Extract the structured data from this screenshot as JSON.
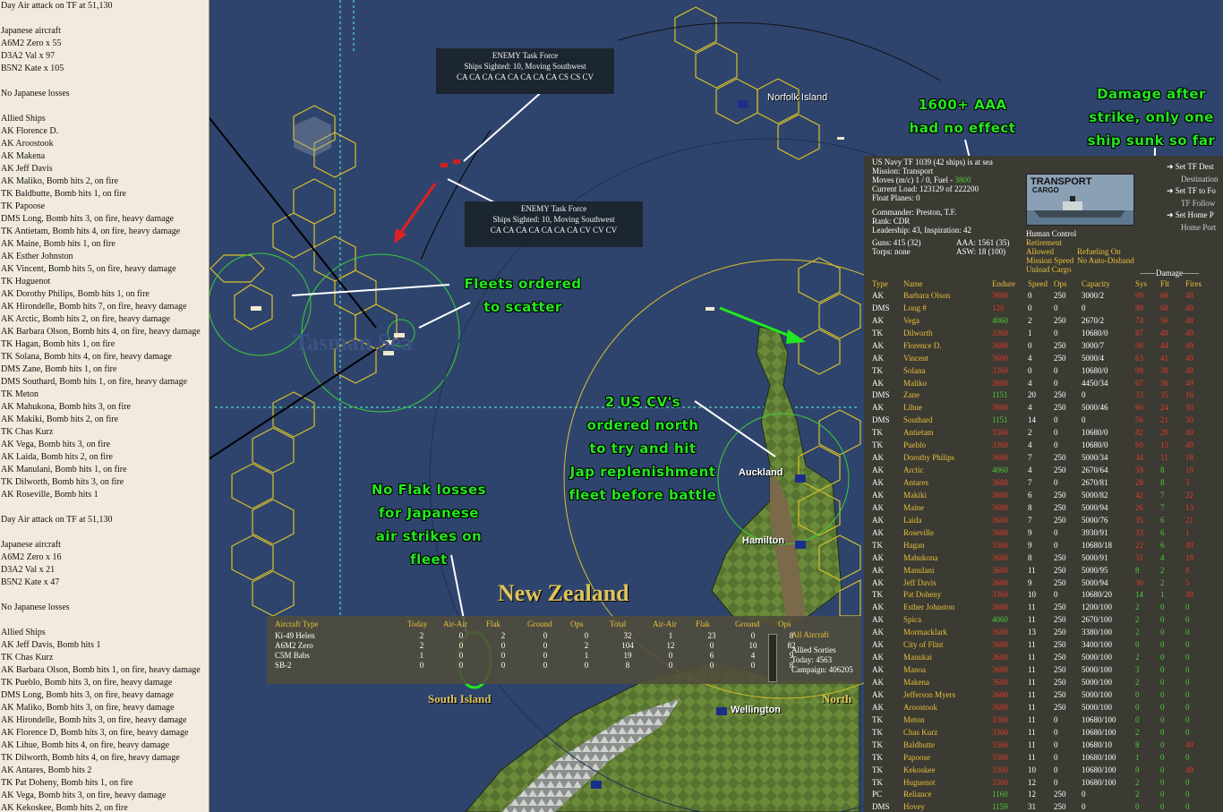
{
  "report": {
    "lines": [
      "Day Air attack on TF at 51,130",
      "",
      "Japanese aircraft",
      "A6M2 Zero x 55",
      "D3A2 Val x 97",
      "B5N2 Kate x 105",
      "",
      "No Japanese losses",
      "",
      "Allied Ships",
      "AK Florence D.",
      "AK Aroostook",
      "AK Makena",
      "AK Jeff Davis",
      "AK Maliko, Bomb hits 2, on fire",
      "TK Baldbutte, Bomb hits 1, on fire",
      "TK Papoose",
      "DMS Long, Bomb hits 3, on fire,  heavy damage",
      "TK Antietam, Bomb hits 4, on fire,  heavy damage",
      "AK Maine, Bomb hits 1, on fire",
      "AK Esther Johnston",
      "AK Vincent, Bomb hits 5, on fire,  heavy damage",
      "TK Huguenot",
      "AK Dorothy Philips, Bomb hits 1, on fire",
      "AK Hirondelle, Bomb hits 7, on fire,  heavy damage",
      "AK Arctic, Bomb hits 2, on fire,  heavy damage",
      "AK Barbara Olson, Bomb hits 4, on fire,  heavy damage",
      "TK Hagan, Bomb hits 1, on fire",
      "TK Solana, Bomb hits 4, on fire,  heavy damage",
      "DMS Zane, Bomb hits 1, on fire",
      "DMS Southard, Bomb hits 1, on fire,  heavy damage",
      "TK Meton",
      "AK Mahukona, Bomb hits 3, on fire",
      "AK Makiki, Bomb hits 2, on fire",
      "TK Chas Kurz",
      "AK Vega, Bomb hits 3, on fire",
      "AK Laida, Bomb hits 2, on fire",
      "AK Manulani, Bomb hits 1, on fire",
      "TK Dilworth, Bomb hits 3, on fire",
      "AK Roseville, Bomb hits 1",
      "",
      "Day Air attack on TF at 51,130",
      "",
      "Japanese aircraft",
      "A6M2 Zero x 16",
      "D3A2 Val x 21",
      "B5N2 Kate x 47",
      "",
      "No Japanese losses",
      "",
      "Allied Ships",
      "AK Jeff Davis, Bomb hits 1",
      "TK Chas Kurz",
      "AK Barbara Olson, Bomb hits 1, on fire,  heavy damage",
      "TK Pueblo, Bomb hits 3, on fire,  heavy damage",
      "DMS Long, Bomb hits 3, on fire,  heavy damage",
      "AK Maliko, Bomb hits 3, on fire,  heavy damage",
      "AK Hirondelle, Bomb hits 3, on fire,  heavy damage",
      "AK Florence D, Bomb hits 3, on fire,  heavy damage",
      "AK Lihue, Bomb hits 4, on fire,  heavy damage",
      "TK Dilworth, Bomb hits 4, on fire,  heavy damage",
      "AK Antares, Bomb hits 2",
      "TK Pat Doheny, Bomb hits 1, on fire",
      "AK Vega, Bomb hits 3, on fire,  heavy damage",
      "AK Kekoskee, Bomb hits 2, on fire"
    ]
  },
  "callouts": {
    "enemy1": [
      "ENEMY Task Force",
      "Ships Sighted: 10, Moving Southwest",
      "CA CA CA CA CA CA CA CA CS CS CV"
    ],
    "enemy2": [
      "ENEMY Task Force",
      "Ships Sighted: 10, Moving Southwest",
      "CA CA CA CA CA CA CA CV CV CV"
    ]
  },
  "annotations": {
    "aaa": [
      "1600+ AAA",
      "had no effect"
    ],
    "damage": [
      "Damage after",
      "strike, only one",
      "ship sunk so far"
    ],
    "scatter": [
      "Fleets ordered",
      "to scatter"
    ],
    "cv": [
      "2 US CV's",
      "ordered north",
      "to try and hit",
      "Jap replenishment",
      "fleet before battle"
    ],
    "flak": [
      "No Flak losses",
      "for Japanese",
      "air strikes on",
      "fleet"
    ]
  },
  "places": {
    "norfolk": "Norfolk Island",
    "tasman": "Tasman Sea",
    "nz": "New Zealand",
    "auckland": "Auckland",
    "hamilton": "Hamilton",
    "south_island": "South Island",
    "north": "North",
    "wellington": "Wellington"
  },
  "air": {
    "headers": [
      "Aircraft Type",
      "Today",
      "Air-Air",
      "Flak",
      "Ground",
      "Ops",
      "Total",
      "Air-Air",
      "Flak",
      "Ground",
      "Ops"
    ],
    "rows": [
      [
        "Ki-49 Helen",
        "2",
        "0",
        "2",
        "0",
        "0",
        "32",
        "1",
        "23",
        "0",
        "8"
      ],
      [
        "A6M2 Zero",
        "2",
        "0",
        "0",
        "0",
        "2",
        "104",
        "12",
        "0",
        "10",
        "82"
      ],
      [
        "C5M Babs",
        "1",
        "0",
        "0",
        "0",
        "1",
        "19",
        "0",
        "6",
        "4",
        "9"
      ],
      [
        "SB-2",
        "0",
        "0",
        "0",
        "0",
        "0",
        "8",
        "0",
        "0",
        "0",
        "8"
      ]
    ],
    "all_title": "All Aircraft",
    "allied_sorties": "Allied Sorties",
    "today": "Today:   4563",
    "campaign": "Campaign: 406205"
  },
  "tf": {
    "title": "US Navy TF 1039 (42 ships) is at sea",
    "mission": "Mission:  Transport",
    "moves": "Moves (m/c)  1 / 0, Fuel - ",
    "fuel": "3800",
    "load": "Current Load:  123129 of 222200",
    "float": "Float Planes:  0",
    "commander": "Commander: Preston, T.F.",
    "rank": "Rank: CDR",
    "leadership": "Leadership: 43, Inspiration: 42",
    "guns": "Guns: 415 (32)",
    "aaa": "AAA: 1561 (35)",
    "torps": "Torps: none",
    "asw": "ASW: 18 (100)",
    "cargo_t1": "TRANSPORT",
    "cargo_t2": "CARGO",
    "human": "Human Control",
    "retire": "Retirement Allowed",
    "refuel": "Refueling On",
    "mission_speed": "Mission Speed",
    "auto": "No Auto-Disband",
    "unload": "Unload Cargo",
    "menu": [
      "Set TF Dest",
      "Destination",
      "Set TF to Fo",
      "TF Follow",
      "Set Home P",
      "Home Port"
    ],
    "damage_hdr": "Damage",
    "ship_headers": [
      "Type",
      "Name",
      "Endure",
      "Speed",
      "Ops",
      "Capacity",
      "Sys",
      "Flt",
      "Fires"
    ],
    "ships": [
      [
        "AK",
        "Barbara Olson",
        "3680",
        "0",
        "250",
        "3000/2",
        "99",
        "68",
        "49"
      ],
      [
        "DMS",
        "Long #",
        "120",
        "0",
        "0",
        "0",
        "99",
        "68",
        "49"
      ],
      [
        "AK",
        "Vega",
        "4060",
        "2",
        "250",
        "2670/2",
        "74",
        "56",
        "48"
      ],
      [
        "TK",
        "Dilworth",
        "3360",
        "1",
        "0",
        "10680/0",
        "87",
        "49",
        "49"
      ],
      [
        "AK",
        "Florence D.",
        "3680",
        "0",
        "250",
        "3000/7",
        "98",
        "44",
        "49"
      ],
      [
        "AK",
        "Vincent",
        "3680",
        "4",
        "250",
        "5000/4",
        "63",
        "41",
        "49"
      ],
      [
        "TK",
        "Solana",
        "3360",
        "0",
        "0",
        "10680/0",
        "99",
        "38",
        "49"
      ],
      [
        "AK",
        "Maliko",
        "3680",
        "4",
        "0",
        "4450/34",
        "67",
        "36",
        "49"
      ],
      [
        "DMS",
        "Zane",
        "1151",
        "20",
        "250",
        "0",
        "33",
        "35",
        "16"
      ],
      [
        "AK",
        "Lihue",
        "3680",
        "4",
        "250",
        "5000/46",
        "60",
        "24",
        "30"
      ],
      [
        "DMS",
        "Southard",
        "1151",
        "14",
        "0",
        "0",
        "56",
        "21",
        "30"
      ],
      [
        "TK",
        "Antietam",
        "3360",
        "2",
        "0",
        "10680/0",
        "82",
        "20",
        "49"
      ],
      [
        "TK",
        "Pueblo",
        "3360",
        "4",
        "0",
        "10680/0",
        "60",
        "13",
        "49"
      ],
      [
        "AK",
        "Dorothy Philips",
        "3680",
        "7",
        "250",
        "5000/34",
        "34",
        "11",
        "18"
      ],
      [
        "AK",
        "Arctic",
        "4060",
        "4",
        "250",
        "2670/64",
        "59",
        "8",
        "19"
      ],
      [
        "AK",
        "Antares",
        "3680",
        "7",
        "0",
        "2670/81",
        "28",
        "8",
        "3"
      ],
      [
        "AK",
        "Makiki",
        "3680",
        "6",
        "250",
        "5000/82",
        "42",
        "7",
        "22"
      ],
      [
        "AK",
        "Maine",
        "3680",
        "8",
        "250",
        "5000/94",
        "26",
        "7",
        "13"
      ],
      [
        "AK",
        "Laida",
        "3680",
        "7",
        "250",
        "5000/76",
        "35",
        "6",
        "21"
      ],
      [
        "AK",
        "Roseville",
        "3680",
        "9",
        "0",
        "3930/91",
        "33",
        "6",
        "1"
      ],
      [
        "TK",
        "Hagan",
        "3360",
        "9",
        "0",
        "10680/18",
        "22",
        "6",
        "49"
      ],
      [
        "AK",
        "Mahukona",
        "3680",
        "8",
        "250",
        "5000/91",
        "31",
        "4",
        "19"
      ],
      [
        "AK",
        "Manulani",
        "3680",
        "11",
        "250",
        "5000/95",
        "8",
        "2",
        "8"
      ],
      [
        "AK",
        "Jeff Davis",
        "3680",
        "9",
        "250",
        "5000/94",
        "30",
        "2",
        "5"
      ],
      [
        "TK",
        "Pat Doheny",
        "3360",
        "10",
        "0",
        "10680/20",
        "14",
        "1",
        "49"
      ],
      [
        "AK",
        "Esther Johnston",
        "3680",
        "11",
        "250",
        "1200/100",
        "2",
        "0",
        "0"
      ],
      [
        "AK",
        "Spica",
        "4060",
        "11",
        "250",
        "2670/100",
        "2",
        "0",
        "0"
      ],
      [
        "AK",
        "Mormacklark",
        "3680",
        "13",
        "250",
        "3380/100",
        "2",
        "0",
        "0"
      ],
      [
        "AK",
        "City of Flint",
        "3680",
        "11",
        "250",
        "3400/100",
        "0",
        "0",
        "0"
      ],
      [
        "AK",
        "Manukai",
        "3680",
        "11",
        "250",
        "5000/100",
        "2",
        "0",
        "0"
      ],
      [
        "AK",
        "Manoa",
        "3680",
        "11",
        "250",
        "5000/100",
        "3",
        "0",
        "0"
      ],
      [
        "AK",
        "Makena",
        "3680",
        "11",
        "250",
        "5000/100",
        "2",
        "0",
        "0"
      ],
      [
        "AK",
        "Jefferson Myers",
        "3680",
        "11",
        "250",
        "5000/100",
        "0",
        "0",
        "0"
      ],
      [
        "AK",
        "Aroostook",
        "3680",
        "11",
        "250",
        "5000/100",
        "0",
        "0",
        "0"
      ],
      [
        "TK",
        "Meton",
        "3360",
        "11",
        "0",
        "10680/100",
        "0",
        "0",
        "0"
      ],
      [
        "TK",
        "Chas Kurz",
        "3360",
        "11",
        "0",
        "10680/100",
        "2",
        "0",
        "0"
      ],
      [
        "TK",
        "Baldbutte",
        "3360",
        "11",
        "0",
        "10680/10",
        "8",
        "0",
        "49"
      ],
      [
        "TK",
        "Papoose",
        "3360",
        "11",
        "0",
        "10680/100",
        "1",
        "0",
        "0"
      ],
      [
        "TK",
        "Kekoskee",
        "3360",
        "10",
        "0",
        "10680/100",
        "9",
        "0",
        "49"
      ],
      [
        "TK",
        "Huguenot",
        "3360",
        "12",
        "0",
        "10680/100",
        "2",
        "0",
        "0"
      ],
      [
        "PC",
        "Reliance",
        "1160",
        "12",
        "250",
        "0",
        "2",
        "0",
        "0"
      ],
      [
        "DMS",
        "Hovey",
        "1159",
        "31",
        "250",
        "0",
        "0",
        "0",
        "0"
      ]
    ]
  }
}
